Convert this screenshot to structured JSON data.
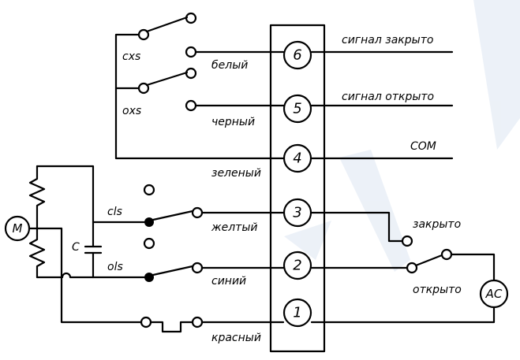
{
  "terminal_block": {
    "terminals": [
      "6",
      "5",
      "4",
      "3",
      "2",
      "1"
    ]
  },
  "switches": {
    "cxs": "cxs",
    "oxs": "oxs",
    "cls": "cls",
    "ols": "ols"
  },
  "wire_colors": {
    "white": "белый",
    "black": "черный",
    "green": "зеленый",
    "yellow": "желтый",
    "blue": "синий",
    "red": "красный"
  },
  "signals": {
    "closed": "сигнал закрыто",
    "open": "сигнал открыто",
    "common": "COM"
  },
  "control": {
    "close": "закрыто",
    "open": "открыто",
    "power": "AC"
  },
  "motor": "M",
  "capacitor": "C"
}
